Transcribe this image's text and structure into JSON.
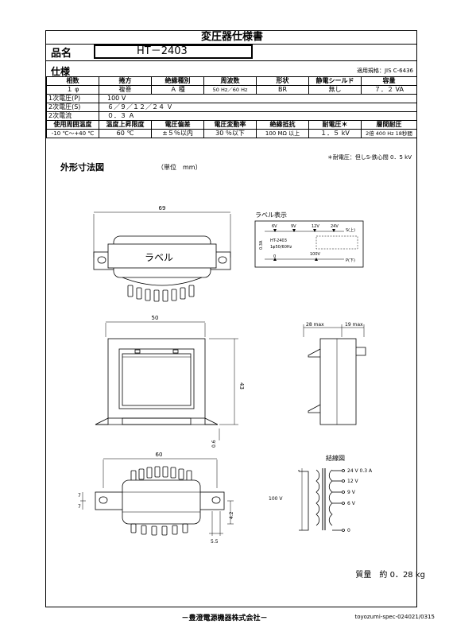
{
  "title": "変圧器仕様書",
  "product_name_label": "品名",
  "product_name": "HT－2403",
  "spec_label": "仕様",
  "standard": "適用規格：JIS C-6436",
  "table": {
    "headers": [
      "相数",
      "捲方",
      "絶縁種別",
      "周波数",
      "形状",
      "静電シールド",
      "容量"
    ],
    "row1": [
      "１ φ",
      "複巻",
      "Ａ 種",
      "50 Hz／60 Hz",
      "BR",
      "無し",
      "７．２ VA"
    ],
    "primary_voltage_label": "1次電圧(P)",
    "primary_voltage": "100 V",
    "secondary_voltage_label": "2次電圧(S)",
    "secondary_voltage": "６／９／１２／２４ Ｖ",
    "secondary_current_label": "2次電流",
    "secondary_current": "０．３ Ａ",
    "headers2": [
      "使用周囲温度",
      "温度上昇限度",
      "電圧偏差",
      "電圧変動率",
      "絶縁抵抗",
      "耐電圧＊",
      "層間耐圧"
    ],
    "row2": [
      "-10 ℃～+40 ℃",
      "60 ℃",
      "±５％以内",
      "30 ％以下",
      "100 MΩ 以上",
      "１．５ kV",
      "2倍 400 Hz 18秒間"
    ]
  },
  "note": "＊耐電圧：但しS-鉄心間 0．5 kV",
  "outline_title": "外形寸法図",
  "unit_label": "（単位　mm）",
  "drawing": {
    "dim_top_width": "69",
    "label_text": "ラベル",
    "dim_front_width": "50",
    "dim_height": "43",
    "dim_foot": "0.6",
    "dim_side_left": "28 max",
    "dim_side_right": "19 max",
    "dim_bottom_width": "60",
    "dim_left_a": "7",
    "dim_left_b": "7",
    "dim_right": "4.2",
    "dim_slot": "5.5"
  },
  "label_display": {
    "title": "ラベル表示",
    "taps": [
      "6V",
      "9V",
      "12V",
      "24V"
    ],
    "s_label": "S(上)",
    "current": "0.3A",
    "model": "HT-2403",
    "spec": "1φ50/60Hz",
    "zero": "0",
    "primary": "100V",
    "p_label": "P(下)"
  },
  "wiring": {
    "title": "結線図",
    "primary": "100 V",
    "taps": [
      "24 V 0.3 A",
      "12 V",
      "9 V",
      "6 V",
      "0"
    ]
  },
  "mass": "質量　約 0．28 kg",
  "footer": "－豊澄電源機器株式会社－",
  "doc_number": "toyozumi-spec-024021/0315"
}
